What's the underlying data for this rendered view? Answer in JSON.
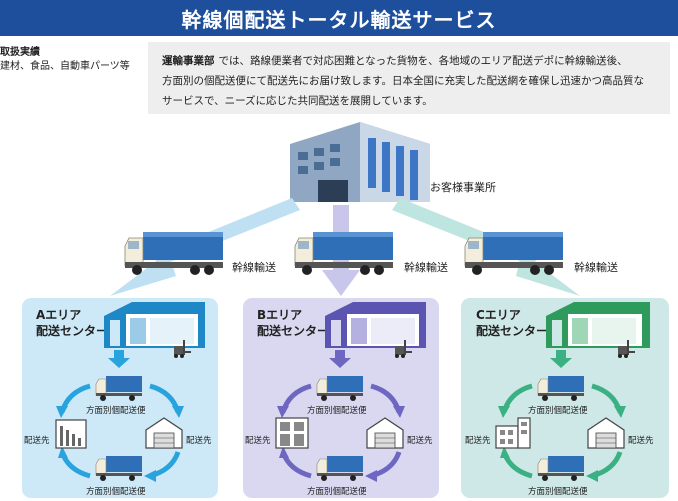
{
  "header": {
    "title": "幹線個配送トータル輸送サービス"
  },
  "handling": {
    "title": "取扱実績",
    "items": "建材、食品、自動車パーツ等"
  },
  "description": {
    "lead": "運輸事業部",
    "line1": "では、路線便業者で対応困難となった貨物を、各地域のエリア配送デポに幹線輸送後、",
    "line2": "方面別の個配送便にて配送先にお届け致します。日本全国に充実した配送網を確保し迅速かつ高品質な",
    "line3": "サービスで、ニーズに応じた共同配送を展開しています。"
  },
  "customer": {
    "label": "お客様事業所"
  },
  "trunk": {
    "label": "幹線輸送"
  },
  "areas": [
    {
      "line1": "Aエリア",
      "line2": "配送センター",
      "delivery": "方面別個配送便",
      "dest": "配送先",
      "color": "#1e88c7",
      "bg": "#cde8f7"
    },
    {
      "line1": "Bエリア",
      "line2": "配送センター",
      "delivery": "方面別個配送便",
      "dest": "配送先",
      "color": "#5b54b0",
      "bg": "#d9d8f0"
    },
    {
      "line1": "Cエリア",
      "line2": "配送センター",
      "delivery": "方面別個配送便",
      "dest": "配送先",
      "color": "#2e9a5c",
      "bg": "#cde8e6"
    }
  ],
  "colors": {
    "header": "#1e4f9c",
    "truck_box": "#2f6fb8",
    "truck_cab": "#f3eedc"
  }
}
